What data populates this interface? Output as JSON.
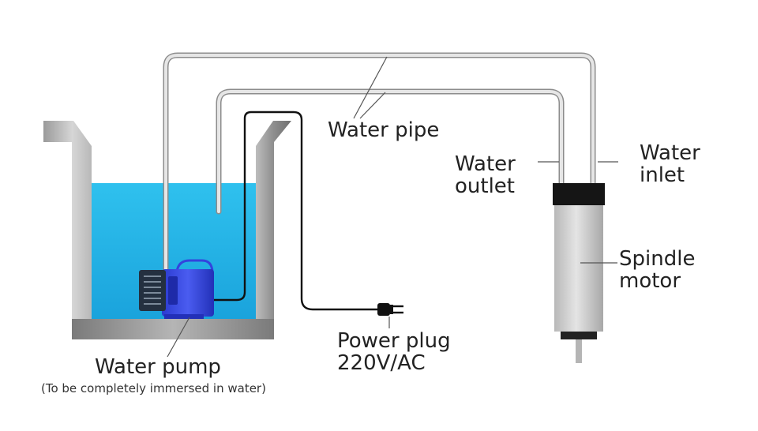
{
  "labels": {
    "water_pipe": "Water pipe",
    "water_outlet_1": "Water",
    "water_outlet_2": "outlet",
    "water_inlet_1": "Water",
    "water_inlet_2": "inlet",
    "spindle_1": "Spindle",
    "spindle_2": "motor",
    "power_plug_1": "Power plug",
    "power_plug_2": "220V/AC",
    "water_pump": "Water pump",
    "pump_note": "(To be completely immersed in water)"
  },
  "colors": {
    "water": "#29b6e8",
    "pump": "#3344dd",
    "motor_body": "#cfcfcf",
    "motor_cap": "#151515",
    "pipe": "#d8d8d8",
    "cable": "#111111",
    "tank": "#8a8a8a"
  }
}
